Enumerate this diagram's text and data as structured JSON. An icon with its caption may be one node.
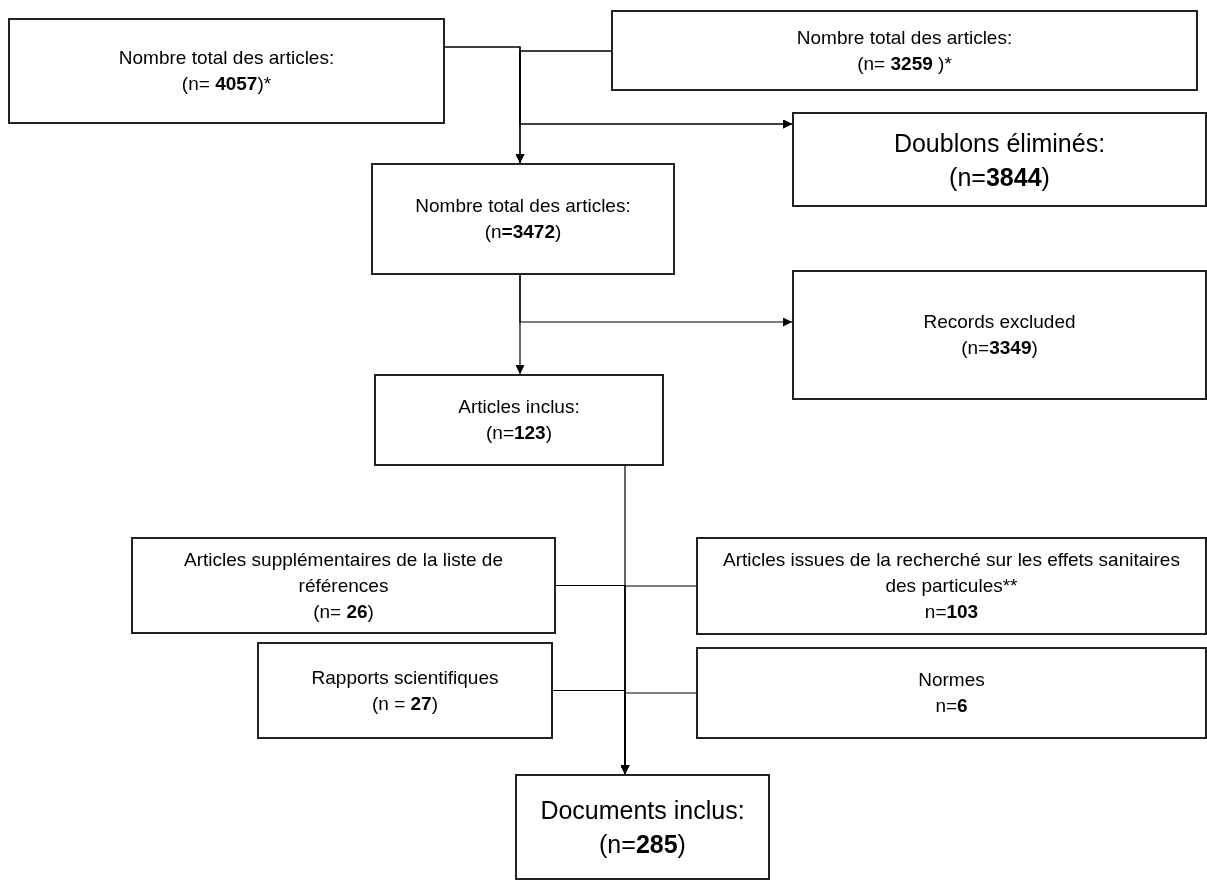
{
  "diagram": {
    "nodes": [
      {
        "text": [
          "Nombre total des articles:",
          "(n= **4057**)*"
        ]
      },
      {
        "text": [
          "Nombre total des articles:",
          "(n= **3259** )*"
        ]
      },
      {
        "text": [
          "Doublons éliminés:",
          "(n=**3844**)"
        ]
      },
      {
        "text": [
          "Nombre total des articles:",
          "(n**=3472**)"
        ]
      },
      {
        "text": [
          "Records excluded",
          "(n=**3349**)"
        ]
      },
      {
        "text": [
          "Articles inclus:",
          "(n=**123**)"
        ]
      },
      {
        "text": [
          "Articles supplémentaires de la liste de références",
          "(n= **26**)"
        ]
      },
      {
        "text": [
          "Articles issues de la recherché sur les effets sanitaires des particules**",
          "n=**103**"
        ]
      },
      {
        "text": [
          "Rapports scientifiques",
          "(n = **27**)"
        ]
      },
      {
        "text": [
          "Normes",
          "n=**6**"
        ]
      },
      {
        "text": [
          "Documents inclus:",
          "(n=**285**)"
        ]
      }
    ],
    "edges": [
      {
        "from": 0,
        "to": 3,
        "arrow": "to"
      },
      {
        "from": 1,
        "to": 3,
        "arrow": "to"
      },
      {
        "from": 0,
        "to": 2,
        "arrow": "to"
      },
      {
        "from": 1,
        "to": 2,
        "arrow": "to"
      },
      {
        "from": 3,
        "to": 5,
        "arrow": "to"
      },
      {
        "from": 3,
        "to": 4,
        "arrow": "to"
      },
      {
        "from": 5,
        "to": 10,
        "arrow": "to"
      },
      {
        "from": 6,
        "to": 10,
        "arrow": "to"
      },
      {
        "from": 7,
        "to": 10,
        "arrow": "to"
      },
      {
        "from": 8,
        "to": 10,
        "arrow": "to"
      },
      {
        "from": 9,
        "to": 10,
        "arrow": "to"
      }
    ]
  }
}
